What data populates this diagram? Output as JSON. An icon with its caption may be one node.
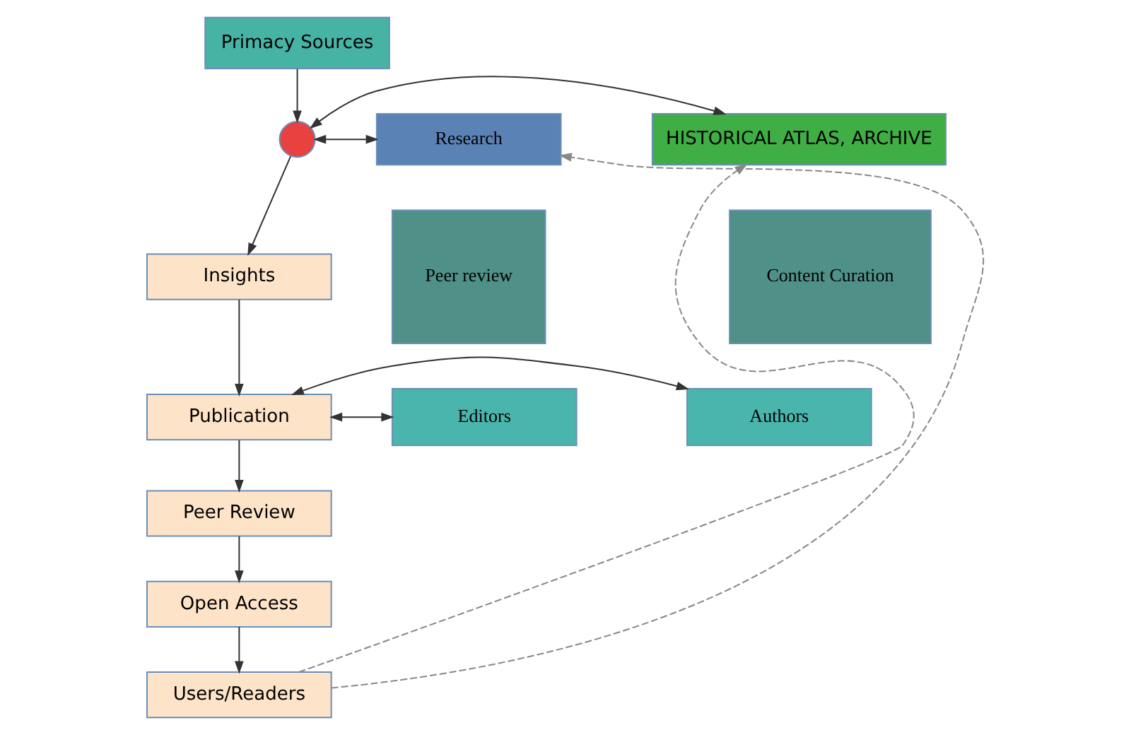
{
  "diagram": {
    "nodes": [
      {
        "text": [
          "Primacy Sources"
        ]
      },
      {
        "text": [
          "HISTORICAL ATLAS, ARCHIVE"
        ]
      },
      {
        "text": [],
        "shape": "circle"
      },
      {
        "text": [
          "Research"
        ]
      },
      {
        "text": [
          "Content Curation"
        ]
      },
      {
        "text": [
          "Insights"
        ]
      },
      {
        "text": [
          "Peer review"
        ]
      },
      {
        "text": [
          "Authors"
        ]
      },
      {
        "text": [
          "Publication"
        ]
      },
      {
        "text": [
          "Editors"
        ]
      },
      {
        "text": [
          "Peer Review"
        ]
      },
      {
        "text": [
          "Open Access"
        ]
      },
      {
        "text": [
          "Users/Readers"
        ]
      }
    ],
    "edges": [
      {
        "from": 0,
        "to": 2,
        "arrow": "to"
      },
      {
        "from": 2,
        "to": 1,
        "arrow": "both"
      },
      {
        "from": 2,
        "to": 3,
        "arrow": "both"
      },
      {
        "from": 2,
        "to": 5,
        "arrow": "to"
      },
      {
        "from": 5,
        "to": 8,
        "arrow": "to"
      },
      {
        "from": 8,
        "to": 7,
        "arrow": "both"
      },
      {
        "from": 8,
        "to": 9,
        "arrow": "both"
      },
      {
        "from": 8,
        "to": 10,
        "arrow": "to"
      },
      {
        "from": 10,
        "to": 11,
        "arrow": "to"
      },
      {
        "from": 11,
        "to": 12,
        "arrow": "to"
      },
      {
        "from": 12,
        "to": 1,
        "arrow": "to",
        "style": "dashed",
        "color": "#888888"
      },
      {
        "from": 12,
        "to": 3,
        "arrow": "to",
        "style": "dashed",
        "color": "#888888"
      }
    ]
  }
}
